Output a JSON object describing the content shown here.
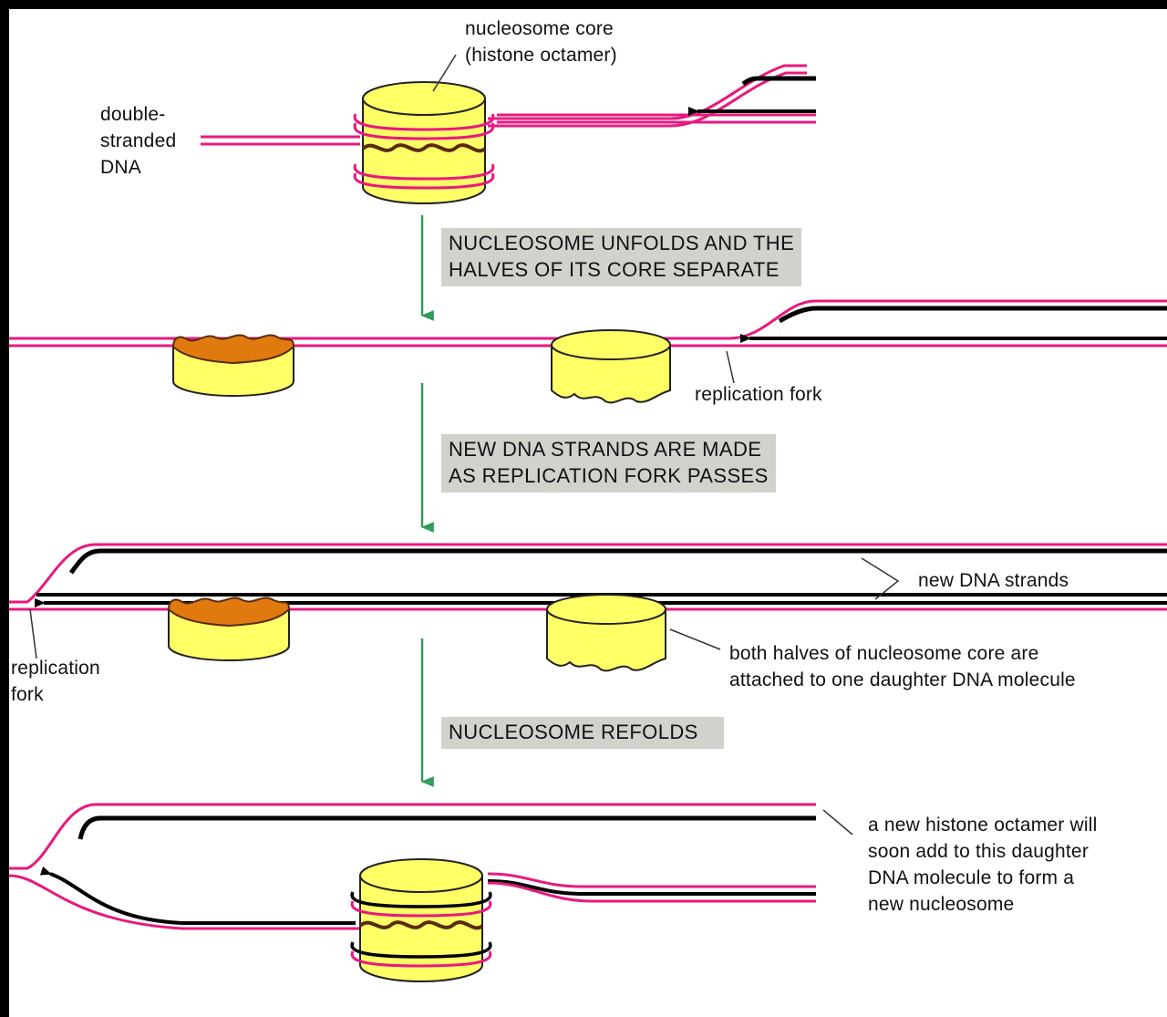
{
  "labels": {
    "nucleosome_core": "nucleosome core\n(histone octamer)",
    "double_stranded_dna": "double-\nstranded\nDNA",
    "replication_fork_1": "replication fork",
    "new_dna_strands": "new DNA strands",
    "replication_fork_2": "replication\nfork",
    "both_halves": "both halves of nucleosome core are\nattached to one daughter DNA molecule",
    "new_histone": "a new histone octamer will\nsoon add to this daughter\nDNA molecule to form a\nnew nucleosome"
  },
  "steps": [
    "NUCLEOSOME UNFOLDS AND THE\nHALVES OF ITS CORE SEPARATE",
    "NEW DNA STRANDS ARE MADE\nAS REPLICATION FORK PASSES",
    "NUCLEOSOME REFOLDS"
  ],
  "colors": {
    "background": "#ffffff",
    "border": "#000000",
    "dna_parental": "#e8197f",
    "dna_new": "#000000",
    "histone_yellow": "#ffff66",
    "histone_orange": "#e07a0f",
    "step_arrow": "#2e9e5a",
    "step_box": "#cfd3cc"
  }
}
